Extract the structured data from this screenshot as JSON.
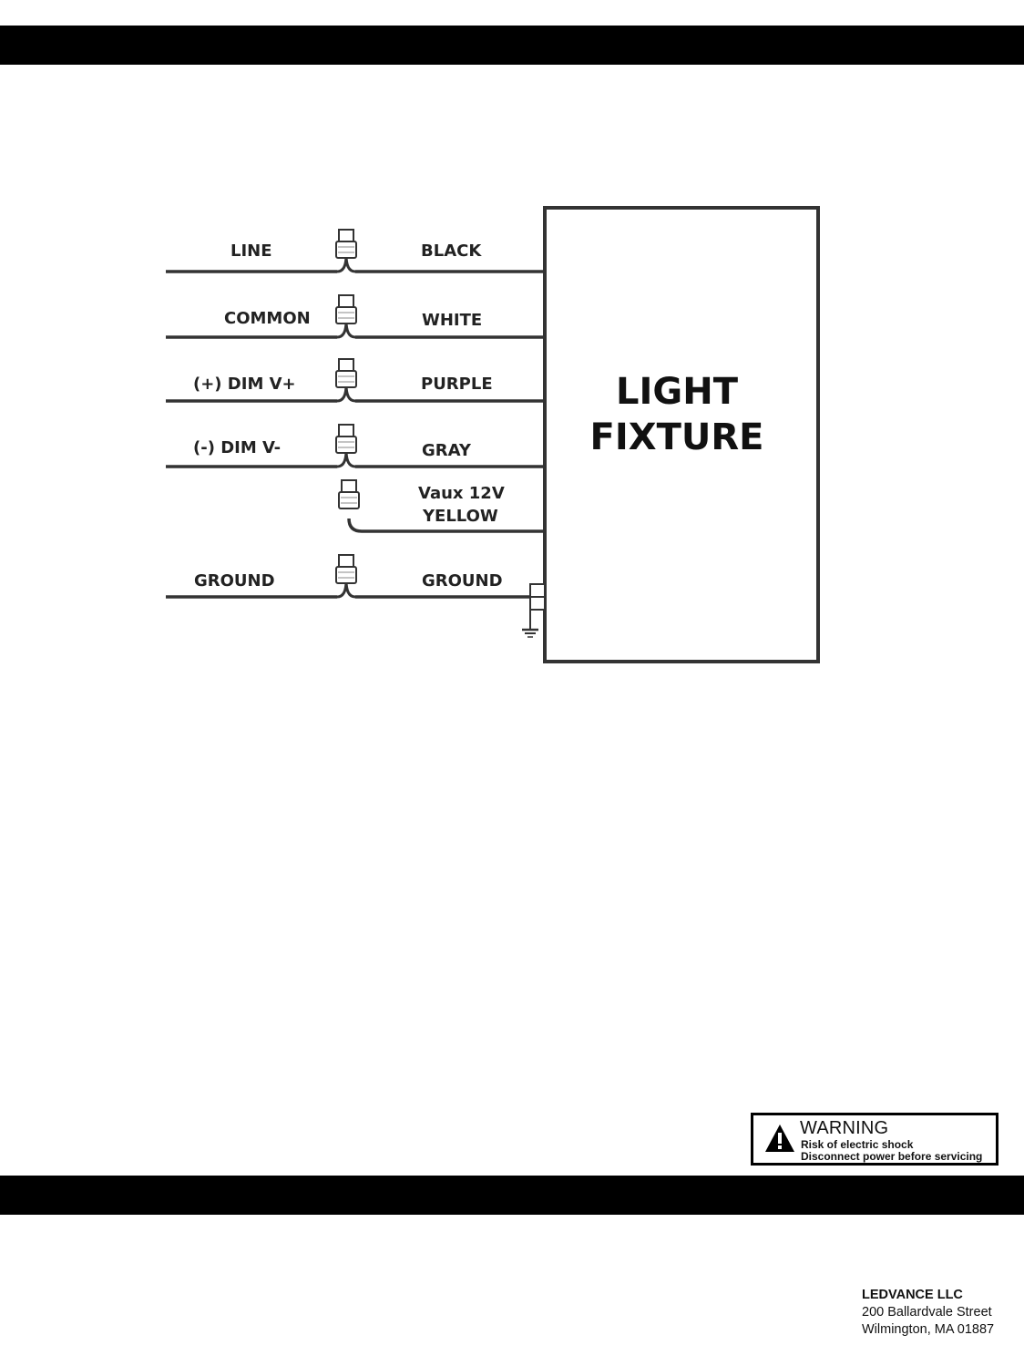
{
  "diagram": {
    "fixture_label_line1": "LIGHT",
    "fixture_label_line2": "FIXTURE",
    "wires": [
      {
        "source": "LINE",
        "fixture": "BLACK"
      },
      {
        "source": "COMMON",
        "fixture": "WHITE"
      },
      {
        "source": "(+) DIM V+",
        "fixture": "PURPLE"
      },
      {
        "source": "(-) DIM V-",
        "fixture": "GRAY"
      },
      {
        "source": "",
        "fixture": "Vaux 12V",
        "fixture_line2": "YELLOW"
      },
      {
        "source": "GROUND",
        "fixture": "GROUND"
      }
    ]
  },
  "warning": {
    "icon": "warning-triangle-icon",
    "title": "WARNING",
    "line1": "Risk of electric shock",
    "line2": "Disconnect power before servicing"
  },
  "company": {
    "name": "LEDVANCE LLC",
    "street": "200 Ballardvale Street",
    "city": "Wilmington, MA 01887"
  }
}
